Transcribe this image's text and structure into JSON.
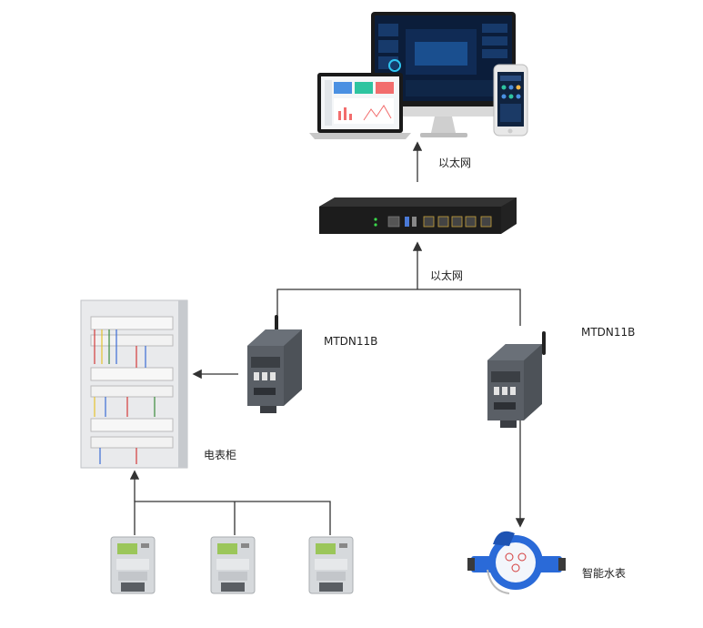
{
  "labels": {
    "ethernet_top": "以太网",
    "ethernet_mid": "以太网",
    "gateway_left": "MTDN11B",
    "gateway_right": "MTDN11B",
    "cabinet": "电表柜",
    "water_meter": "智能水表"
  },
  "colors": {
    "line": "#333333",
    "screen_bg": "#0b1d3a",
    "laptop_card1": "#4a90e2",
    "laptop_card2": "#2ec4a0",
    "laptop_card3": "#f26d6d",
    "router_body": "#1c1c1c",
    "gateway_body": "#5a5f66",
    "meter_body": "#d6d9dc",
    "meter_lcd": "#9bc65a",
    "water_meter_blue": "#2a6ad8"
  },
  "icons": {
    "monitor": "monitor-icon",
    "laptop": "laptop-icon",
    "phone": "phone-icon",
    "router": "router-icon",
    "gateway": "gateway-icon",
    "cabinet": "cabinet-icon",
    "electric_meter": "electric-meter-icon",
    "water_meter": "water-meter-icon"
  }
}
